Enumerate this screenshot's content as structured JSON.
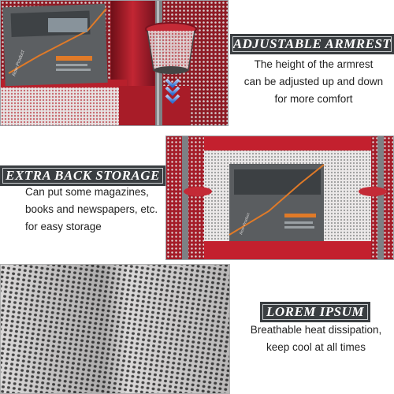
{
  "sections": [
    {
      "title": "ADJUSTABLE ARMREST",
      "lines": [
        "The height of the armrest",
        "can be adjusted up and down",
        "for more comfort"
      ]
    },
    {
      "title": "EXTRA BACK STORAGE",
      "lines": [
        "Can put some magazines,",
        "books and newspapers, etc.",
        "for easy storage"
      ]
    },
    {
      "title": "LOREM IPSUM",
      "lines": [
        "Breathable heat dissipation,",
        "keep cool at all times"
      ]
    }
  ],
  "magazine": {
    "masthead": "Row Product"
  },
  "colors": {
    "label_bg": "#3a3e41",
    "chair_red": "#b5202c",
    "mesh_gray": "#c8c8c8",
    "arrow_blue": "#2f6fd1"
  }
}
